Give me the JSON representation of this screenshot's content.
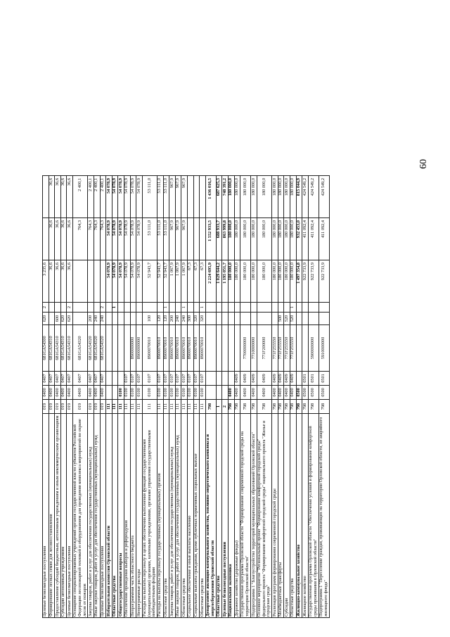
{
  "page_number": "60",
  "rows": [
    {
      "name": "Целевые безвозмездные поступления",
      "g": "019",
      "r": "0400",
      "p": "0407",
      "k": "681GA54300",
      "t": "620",
      "s": "2",
      "v1": "3 235,6",
      "v2": "",
      "v3": "",
      "b": false
    },
    {
      "name": "Формирование лесных семян для лесовосстановления",
      "g": "019",
      "r": "0400",
      "p": "0407",
      "k": "681GA54310",
      "t": "",
      "s": "",
      "v1": "36,6",
      "v2": "36,6",
      "v3": "36,6",
      "b": false
    },
    {
      "name": "Предоставление субсидий бюджетным, автономным учреждениям и иным некоммерческим организациям",
      "g": "019",
      "r": "0400",
      "p": "0407",
      "k": "681GA54310",
      "t": "600",
      "s": "",
      "v1": "36,6",
      "v2": "36,6",
      "v3": "36,6",
      "b": false
    },
    {
      "name": "Субсидии автономным учреждениям",
      "g": "019",
      "r": "0400",
      "p": "0407",
      "k": "681GA54310",
      "t": "620",
      "s": "",
      "v1": "36,6",
      "v2": "36,6",
      "v3": "36,6",
      "b": false
    },
    {
      "name": "Целевые безвозмездные поступления",
      "g": "019",
      "r": "0400",
      "p": "0407",
      "k": "681GA54310",
      "t": "620",
      "s": "2",
      "v1": "36,6",
      "v2": "36,6",
      "v3": "36,6",
      "b": false
    },
    {
      "name": "Оснащение специализированных учреждений органов государственной власти субъектов Российской Федерации лесопожарной техникой и оборудованием для проведения комплекса мероприятий по охране лесов от пожаров",
      "g": "019",
      "r": "0400",
      "p": "0407",
      "k": "681GA54320",
      "t": "",
      "s": "",
      "v1": "",
      "v2": "764,3",
      "v3": "2 400,1",
      "b": false,
      "tall": true
    },
    {
      "name": "Закупка товаров, работ и услуг для обеспечения государственных (муниципальных) нужд",
      "g": "019",
      "r": "0400",
      "p": "0407",
      "k": "681GA54320",
      "t": "200",
      "s": "",
      "v1": "",
      "v2": "764,3",
      "v3": "2 400,1",
      "b": false
    },
    {
      "name": "Иные закупки товаров, работ и услуг для обеспечения государственных (муниципальных) нужд",
      "g": "019",
      "r": "0400",
      "p": "0407",
      "k": "681GA54320",
      "t": "240",
      "s": "",
      "v1": "",
      "v2": "764,3",
      "v3": "2 400,1",
      "b": false
    },
    {
      "name": "Целевые безвозмездные поступления",
      "g": "019",
      "r": "0400",
      "p": "0407",
      "k": "681GA54320",
      "t": "240",
      "s": "2",
      "v1": "",
      "v2": "764,3",
      "v3": "2 400,1",
      "b": false
    },
    {
      "name": "Избирательная комиссия Орловской области",
      "g": "111",
      "r": "",
      "p": "",
      "k": "",
      "t": "",
      "s": "",
      "v1": "54 078,9",
      "v2": "54 078,9",
      "v3": "54 078,9",
      "b": true
    },
    {
      "name": "Областные средства",
      "g": "111",
      "r": "",
      "p": "",
      "k": "",
      "t": "",
      "s": "1",
      "v1": "54 078,9",
      "v2": "54 078,9",
      "v3": "54 078,9",
      "b": true
    },
    {
      "name": "Общегосударственные вопросы",
      "g": "111",
      "r": "0100",
      "p": "",
      "k": "",
      "t": "",
      "s": "",
      "v1": "54 078,9",
      "v2": "54 078,9",
      "v3": "54 078,9",
      "b": true
    },
    {
      "name": "Обеспечение проведения выборов и референдумов",
      "g": "111",
      "r": "0100",
      "p": "0107",
      "k": "",
      "t": "",
      "s": "",
      "v1": "54 078,9",
      "v2": "54 078,9",
      "v3": "54 078,9",
      "b": false
    },
    {
      "name": "Непрограммная часть областного бюджета",
      "g": "111",
      "r": "0100",
      "p": "0107",
      "k": "8900000000",
      "t": "",
      "s": "",
      "v1": "54 078,9",
      "v2": "54 078,9",
      "v3": "54 078,9",
      "b": false
    },
    {
      "name": "Непрограммные расходы",
      "g": "111",
      "r": "0100",
      "p": "0107",
      "k": "8900000000",
      "t": "",
      "s": "",
      "v1": "54 078,9",
      "v2": "54 078,9",
      "v3": "54 078,9",
      "b": false
    },
    {
      "name": "Расходы на выплаты персоналу в целях обеспечения выполнения функций государственными (муниципальными) органами, казенными учреждениями, органами управления государственными внебюджетными фондами",
      "g": "111",
      "r": "0100",
      "p": "0107",
      "k": "8900070010",
      "t": "100",
      "s": "",
      "v1": "52 943,7",
      "v2": "53 111,0",
      "v3": "53 111,0",
      "b": false,
      "tall": true
    },
    {
      "name": "Расходы на выплаты персоналу государственных (муниципальных) органов",
      "g": "111",
      "r": "0100",
      "p": "0107",
      "k": "8900070010",
      "t": "120",
      "s": "",
      "v1": "52 943,7",
      "v2": "53 111,0",
      "v3": "53 111,0",
      "b": false
    },
    {
      "name": "Областные средства",
      "g": "111",
      "r": "0100",
      "p": "0107",
      "k": "8900070010",
      "t": "120",
      "s": "1",
      "v1": "52 943,7",
      "v2": "53 111,0",
      "v3": "53 111,0",
      "b": false
    },
    {
      "name": "Закупка товаров, работ и услуг для обеспечения государственных (муниципальных) нужд",
      "g": "111",
      "r": "0100",
      "p": "0107",
      "k": "8900070010",
      "t": "200",
      "s": "",
      "v1": "1 067,9",
      "v2": "967,9",
      "v3": "967,9",
      "b": false
    },
    {
      "name": "Иные закупки товаров, работ и услуг для обеспечения государственных (муниципальных) нужд",
      "g": "111",
      "r": "0100",
      "p": "0107",
      "k": "8900070010",
      "t": "240",
      "s": "",
      "v1": "1 067,9",
      "v2": "967,9",
      "v3": "967,9",
      "b": false
    },
    {
      "name": "Областные средства",
      "g": "111",
      "r": "0100",
      "p": "0107",
      "k": "8900070010",
      "t": "240",
      "s": "1",
      "v1": "1 067,9",
      "v2": "967,9",
      "v3": "967,9",
      "b": false
    },
    {
      "name": "Социальное обеспечение и иные выплаты населению",
      "g": "111",
      "r": "0100",
      "p": "0107",
      "k": "8900070010",
      "t": "300",
      "s": "",
      "v1": "67,3",
      "v2": "",
      "v3": "",
      "b": false
    },
    {
      "name": "Социальные выплаты гражданам, кроме публичных нормативных социальных выплат",
      "g": "111",
      "r": "0100",
      "p": "0107",
      "k": "8900070010",
      "t": "320",
      "s": "",
      "v1": "67,3",
      "v2": "",
      "v3": "",
      "b": false
    },
    {
      "name": "Областные средства",
      "g": "111",
      "r": "0100",
      "p": "0107",
      "k": "8900070010",
      "t": "320",
      "s": "1",
      "v1": "67,3",
      "v2": "",
      "v3": "",
      "b": false
    },
    {
      "name": "Департамент жилищно-коммунального хозяйства, топливно-энергетического комплекса и энергосбережения Орловской области",
      "g": "798",
      "r": "",
      "p": "",
      "k": "",
      "t": "",
      "s": "",
      "v1": "2 224 695,9",
      "v2": "1 552 933,5",
      "v3": "1 436 016,5",
      "b": true,
      "tall": true
    },
    {
      "name": "Областные средства",
      "g": "1",
      "r": "",
      "p": "",
      "k": "",
      "t": "",
      "s": "",
      "v1": "1 029 644,2",
      "v2": "688 933,7",
      "v3": "687 625,3",
      "b": true
    },
    {
      "name": "Целевые безвозмездные поступления",
      "g": "2",
      "r": "",
      "p": "",
      "k": "",
      "t": "",
      "s": "",
      "v1": "1 195 051,7",
      "v2": "863 999,8",
      "v3": "748 391,2",
      "b": true
    },
    {
      "name": "Национальная экономика",
      "g": "798",
      "r": "0400",
      "p": "",
      "k": "",
      "t": "",
      "s": "",
      "v1": "180 000,0",
      "v2": "180 000,0",
      "v3": "180 000,0",
      "b": true
    },
    {
      "name": "Дорожное хозяйство (дорожные фонды)",
      "g": "798",
      "r": "0400",
      "p": "0409",
      "k": "",
      "t": "",
      "s": "",
      "v1": "180 000,0",
      "v2": "180 000,0",
      "v3": "180 000,0",
      "b": false
    },
    {
      "name": "Государственная программа Орловской области \"Формирование современной городской среды на территории Орловской области\"",
      "g": "798",
      "r": "0400",
      "p": "0409",
      "k": "7700000000",
      "t": "",
      "s": "",
      "v1": "180 000,0",
      "v2": "180 000,0",
      "v3": "180 000,0",
      "b": false,
      "tall": true
    },
    {
      "name": "Подпрограмма 1 \"Благоустройство территорий муниципальных образований Орловской области\"",
      "g": "798",
      "r": "0400",
      "p": "0409",
      "k": "7710000000",
      "t": "",
      "s": "",
      "v1": "180 000,0",
      "v2": "180 000,0",
      "v3": "180 000,0",
      "b": false
    },
    {
      "name": "Основное мероприятие \"Региональный проект \"Формирование комфортной городской среды\" федерального проекта \"Формирование комфортной городской среды\" национального проекта \"Жилье и городская среда\"",
      "g": "798",
      "r": "0400",
      "p": "0409",
      "k": "771F200000",
      "t": "",
      "s": "",
      "v1": "180 000,0",
      "v2": "180 000,0",
      "v3": "180 000,0",
      "b": false,
      "tall": true
    },
    {
      "name": "Реализация программ формирования современной городской среды",
      "g": "798",
      "r": "0400",
      "p": "0409",
      "k": "771F255550",
      "t": "",
      "s": "",
      "v1": "180 000,0",
      "v2": "180 000,0",
      "v3": "180 000,0",
      "b": false
    },
    {
      "name": "Межбюджетные трансферты",
      "g": "798",
      "r": "0400",
      "p": "0409",
      "k": "771F255550",
      "t": "500",
      "s": "",
      "v1": "180 000,0",
      "v2": "180 000,0",
      "v3": "180 000,0",
      "b": false
    },
    {
      "name": "Субсидии",
      "g": "798",
      "r": "0400",
      "p": "0409",
      "k": "771F255550",
      "t": "520",
      "s": "",
      "v1": "180 000,0",
      "v2": "180 000,0",
      "v3": "180 000,0",
      "b": false
    },
    {
      "name": "Областные средства",
      "g": "798",
      "r": "0400",
      "p": "0409",
      "k": "771F255550",
      "t": "520",
      "s": "1",
      "v1": "180 000,0",
      "v2": "180 000,0",
      "v3": "180 000,0",
      "b": false
    },
    {
      "name": "Жилищно-коммунальное хозяйство",
      "g": "798",
      "r": "0500",
      "p": "",
      "k": "",
      "t": "",
      "s": "",
      "v1": "1 497 354,8",
      "v2": "932 453,0",
      "v3": "815 044,9",
      "b": true
    },
    {
      "name": "Жилищное хозяйство",
      "g": "798",
      "r": "0500",
      "p": "0501",
      "k": "",
      "t": "",
      "s": "",
      "v1": "922 733,9",
      "v2": "411 092,4",
      "v3": "424 549,2",
      "b": false
    },
    {
      "name": "Государственная программа Орловской области \"Обеспечение условий и формирование комфортной среды проживания в Орловской области\"",
      "g": "798",
      "r": "0500",
      "p": "0501",
      "k": "5900000000",
      "t": "",
      "s": "",
      "v1": "922 733,9",
      "v2": "411 092,4",
      "v3": "424 549,2",
      "b": false,
      "tall": true
    },
    {
      "name": "Подпрограмма 1 \"Переселение граждан, проживающих на территории Орловской области, из аварийного жилищного фонда\"",
      "g": "798",
      "r": "0500",
      "p": "0501",
      "k": "5910000000",
      "t": "",
      "s": "",
      "v1": "922 733,9",
      "v2": "411 092,4",
      "v3": "424 549,2",
      "b": false,
      "tall": true
    }
  ]
}
